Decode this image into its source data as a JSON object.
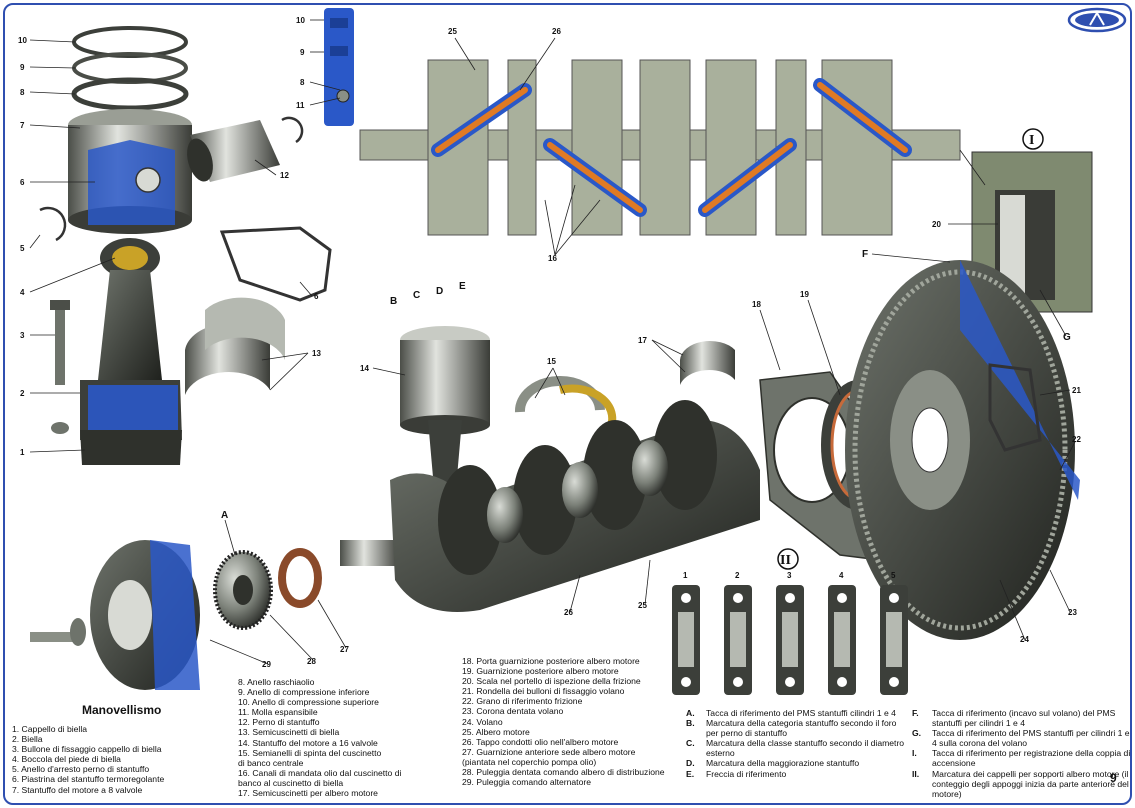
{
  "title": "Manovellismo",
  "page_number": "9",
  "roman_labels": [
    "I",
    "II"
  ],
  "letter_labels": [
    "A",
    "B",
    "C",
    "D",
    "E",
    "F",
    "G"
  ],
  "bearing_numbers": [
    "1",
    "2",
    "3",
    "4",
    "5"
  ],
  "callout_numbers": [
    "1",
    "2",
    "3",
    "4",
    "5",
    "6",
    "7",
    "8",
    "9",
    "10",
    "11",
    "12",
    "13",
    "14",
    "15",
    "16",
    "17",
    "18",
    "19",
    "20",
    "21",
    "22",
    "23",
    "24",
    "25",
    "26",
    "27",
    "28",
    "29"
  ],
  "legend_col1": [
    "1. Cappello di biella",
    "2. Biella",
    "3. Bullone di fissaggio cappello di biella",
    "4. Boccola del piede di biella",
    "5. Anello d'arresto perno di stantuffo",
    "6. Piastrina del stantuffo termoregolante",
    "7. Stantuffo del motore a 8 valvole"
  ],
  "legend_col2": [
    "8. Anello raschiaolio",
    "9. Anello di compressione inferiore",
    "10. Anello di compressione superiore",
    "11. Molla espansibile",
    "12. Perno di stantuffo",
    "13. Semicuscinetti di biella",
    "14. Stantuffo del motore a 16 valvole",
    "15. Semianelli di spinta del cuscinetto",
    "     di banco centrale",
    "16. Canali di mandata olio dal cuscinetto di",
    "     banco al cuscinetto di biella",
    "17. Semicuscinetti per albero motore"
  ],
  "legend_col3": [
    "18. Porta guarnizione posteriore albero motore",
    "19. Guarnizione posteriore albero motore",
    "20. Scala nel portello di ispezione della frizione",
    "21. Rondella dei bulloni di fissaggio volano",
    "22. Grano di riferimento frizione",
    "23. Corona dentata volano",
    "24. Volano",
    "25. Albero motore",
    "26. Tappo condotti olio nell'albero motore",
    "27. Guarnizione anteriore sede albero motore",
    "     (piantata nel coperchio pompa olio)",
    "28. Puleggia dentata comando albero di distribuzione",
    "29. Puleggia comando alternatore"
  ],
  "legend_col4": [
    {
      "key": "A.",
      "text": "Tacca di riferimento del PMS stantuffi cilindri 1 e 4"
    },
    {
      "key": "B.",
      "text": "Marcatura della categoria stantuffo secondo il foro per perno di stantuffo"
    },
    {
      "key": "C.",
      "text": "Marcatura della classe stantuffo secondo il diametro esterno"
    },
    {
      "key": "D.",
      "text": "Marcatura della maggiorazione stantuffo"
    },
    {
      "key": "E.",
      "text": "Freccia di riferimento"
    }
  ],
  "legend_col5": [
    {
      "key": "F.",
      "text": "Tacca di riferimento (incavo sul volano) del PMS stantuffi per cilindri 1 e 4"
    },
    {
      "key": "G.",
      "text": "Tacca di riferimento del PMS stantuffi per cilindri 1 e 4 sulla corona del volano"
    },
    {
      "key": "I.",
      "text": "Tacca di riferimento per registrazione della coppia di accensione"
    },
    {
      "key": "II.",
      "text": "Marcatura dei cappelli per sopporti albero motore (il conteggio degli appoggi inizia da parte anteriore del motore)"
    }
  ],
  "colors": {
    "frame": "#2f4fb0",
    "section_blue": "#2a58c8",
    "oil_orange": "#e07a24",
    "metal_dark": "#3c3f3a",
    "metal_mid": "#8a8f86",
    "crank_green": "#a9b09c",
    "bronze": "#c9a227"
  }
}
